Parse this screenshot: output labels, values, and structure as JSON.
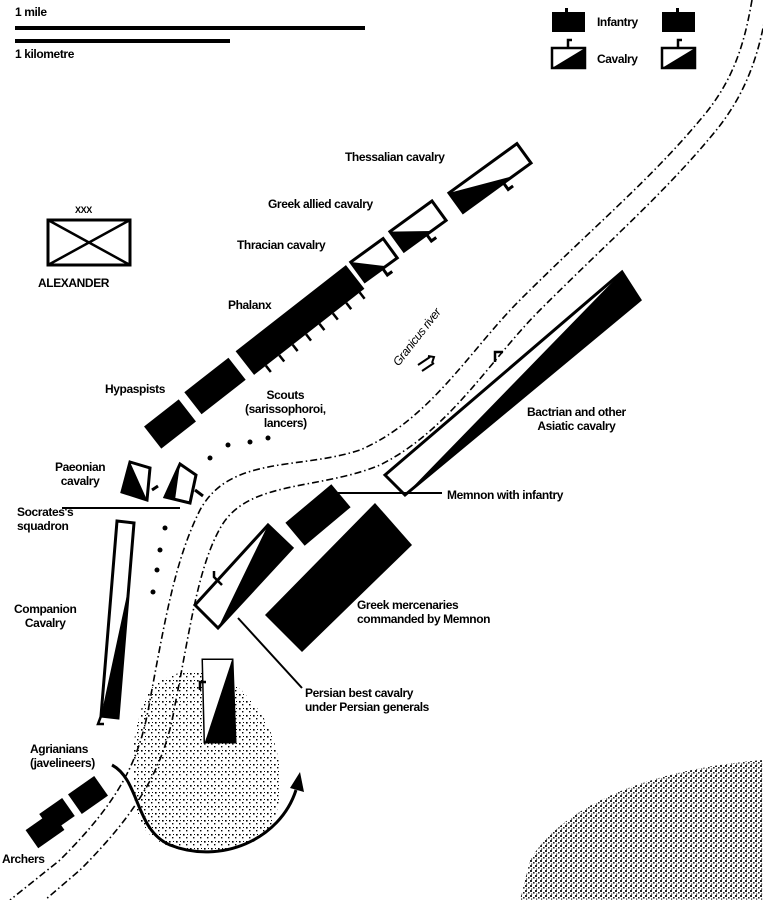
{
  "scale": {
    "mile": "1 mile",
    "kilometre": "1 kilometre"
  },
  "legend": {
    "infantry": "Infantry",
    "cavalry": "Cavalry"
  },
  "commander": {
    "rank_mark": "XXX",
    "name": "ALEXANDER"
  },
  "river": "Granicus river",
  "macedonian_units": {
    "thessalian": "Thessalian cavalry",
    "greek_allied": "Greek allied cavalry",
    "thracian": "Thracian cavalry",
    "phalanx": "Phalanx",
    "hypaspists": "Hypaspists",
    "scouts": "Scouts\n(sarissophoroi,\nlancers)",
    "paeonian": "Paeonian\ncavalry",
    "socrates": "Socrates's\nsquadron",
    "companion": "Companion\nCavalry",
    "agrianians": "Agrianians\n(javelineers)",
    "archers": "Archers"
  },
  "persian_units": {
    "bactrian": "Bactrian and other\nAsiatic cavalry",
    "memnon": "Memnon with infantry",
    "mercenaries": "Greek mercenaries\ncommanded by Memnon",
    "best_cavalry": "Persian best cavalry\nunder Persian generals"
  },
  "colors": {
    "ink": "#000000",
    "paper": "#ffffff"
  }
}
